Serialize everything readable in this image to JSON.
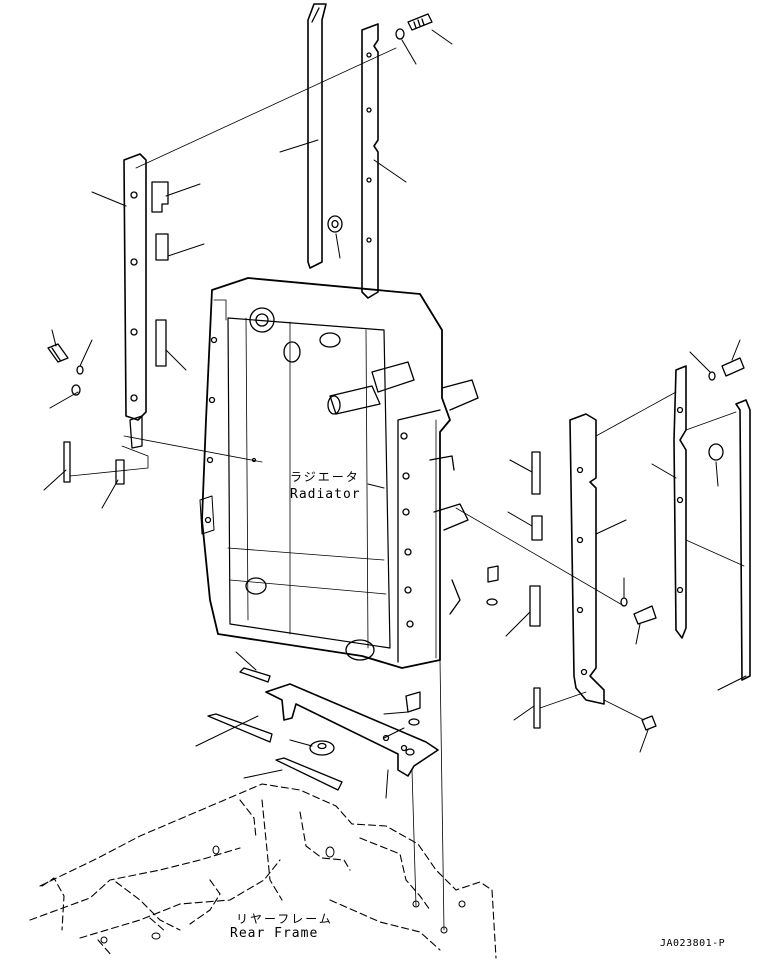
{
  "labels": {
    "radiator_ja": "ラジエータ",
    "radiator_en": "Radiator",
    "frame_ja": "リヤーフレーム",
    "frame_en": "Rear Frame"
  },
  "drawing_code": "JA023801-P",
  "colors": {
    "line": "#000000",
    "background": "#ffffff"
  }
}
